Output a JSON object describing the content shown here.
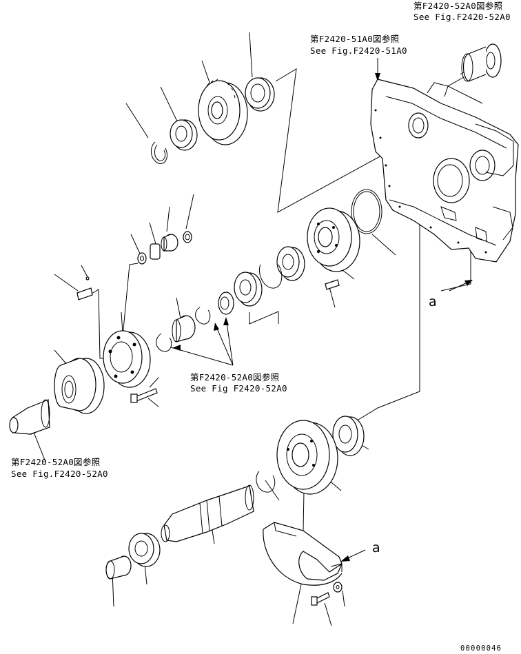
{
  "references": {
    "fig_52a0_top": {
      "ja": "第F2420-52A0図参照",
      "en": "See Fig.F2420-52A0"
    },
    "fig_51a0": {
      "ja": "第F2420-51A0図参照",
      "en": "See Fig.F2420-51A0"
    },
    "fig_52a0_mid": {
      "ja": "第F2420-52A0図参照",
      "en": "See Fig F2420-52A0"
    },
    "fig_52a0_left": {
      "ja": "第F2420-52A0図参照",
      "en": "See Fig.F2420-52A0"
    }
  },
  "labels": {
    "view_a_upper": "a",
    "view_a_lower": "a"
  },
  "drawing_code": "00000046"
}
